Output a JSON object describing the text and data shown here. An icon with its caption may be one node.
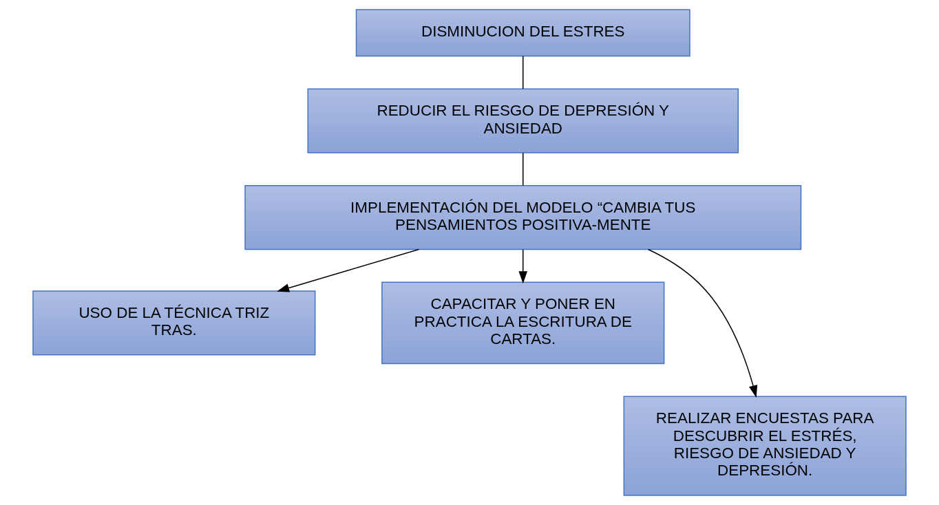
{
  "diagram": {
    "nodes": [
      {
        "text": [
          "DISMINUCION DEL ESTRES"
        ]
      },
      {
        "text": [
          "REDUCIR EL RIESGO DE DEPRESIÓN Y ANSIEDAD"
        ]
      },
      {
        "text": [
          "IMPLEMENTACIÓN DEL MODELO “CAMBIA TUS PENSAMIENTOS POSITIVA-MENTE"
        ]
      },
      {
        "text": [
          "USO DE LA TÉCNICA TRIZ TRAS."
        ]
      },
      {
        "text": [
          "CAPACITAR Y PONER EN PRACTICA LA ESCRITURA DE CARTAS."
        ]
      },
      {
        "text": [
          "REALIZAR ENCUESTAS PARA DESCUBRIR EL ESTRÉS, RIESGO DE ANSIEDAD Y DEPRESIÓN."
        ]
      }
    ],
    "edges": [
      {
        "from": 0,
        "to": 1,
        "arrow": "none"
      },
      {
        "from": 1,
        "to": 2,
        "arrow": "none"
      },
      {
        "from": 2,
        "to": 3,
        "arrow": "to"
      },
      {
        "from": 2,
        "to": 4,
        "arrow": "to"
      },
      {
        "from": 2,
        "to": 5,
        "arrow": "to"
      }
    ]
  }
}
